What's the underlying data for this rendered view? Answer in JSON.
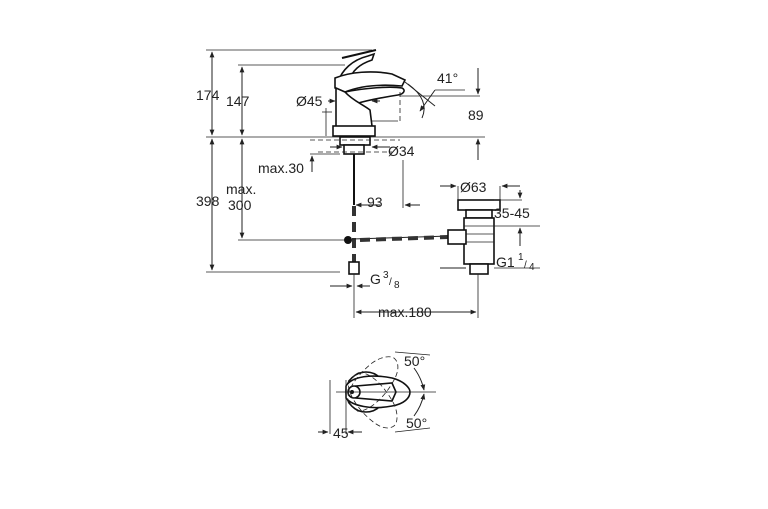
{
  "dimensions": {
    "total_height": "174",
    "spout_height": "147",
    "body_diameter": "Ø45",
    "lever_angle": "41°",
    "spout_reach": "89",
    "hole_diameter": "Ø34",
    "max_deck": "max.30",
    "depth_below": "398",
    "max_hose": "max.",
    "max_hose_value": "300",
    "tail_offset": "93",
    "waste_diameter": "Ø63",
    "waste_range": "35-45",
    "waste_thread": "G1",
    "waste_thread_frac": "1",
    "waste_thread_denom": "4",
    "supply_thread": "G",
    "supply_thread_frac": "3",
    "supply_thread_denom": "8",
    "max_width": "max.180",
    "rotation_up": "50°",
    "rotation_down": "50°",
    "top_view_diameter": "45"
  }
}
